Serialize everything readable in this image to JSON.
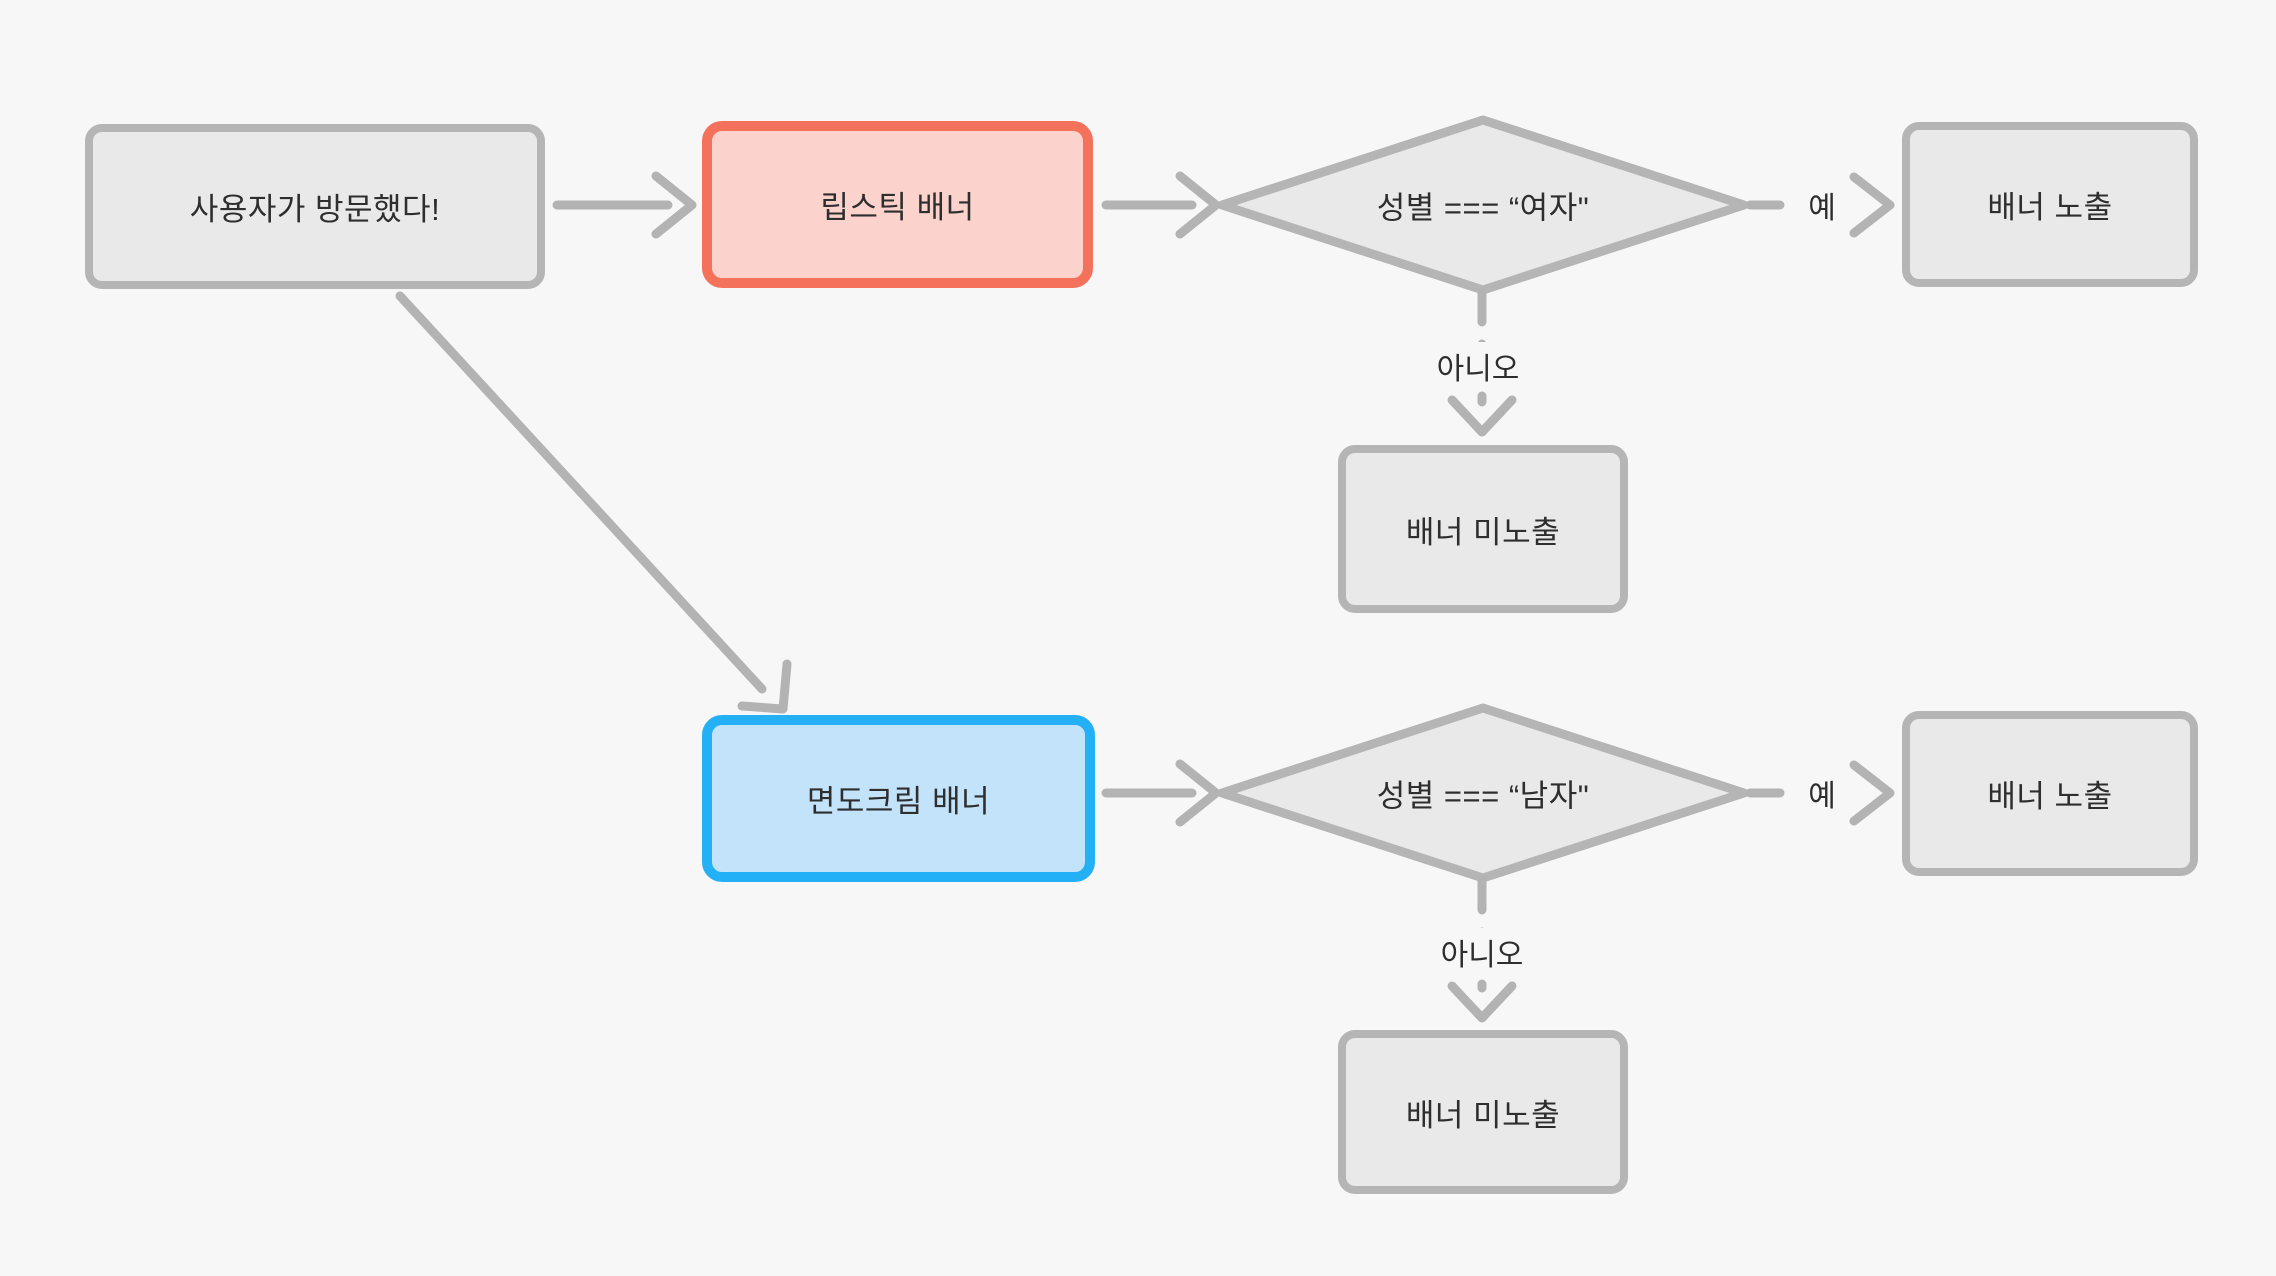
{
  "diagram": {
    "nodes": {
      "start": {
        "label": "사용자가 방문했다!"
      },
      "lipstick_banner": {
        "label": "립스틱 배너"
      },
      "condition_female": {
        "label": "성별 === “여자\""
      },
      "banner_shown_1": {
        "label": "배너 노출"
      },
      "banner_hidden_1": {
        "label": "배너 미노출"
      },
      "shaving_banner": {
        "label": "면도크림 배너"
      },
      "condition_male": {
        "label": "성별 === “남자\""
      },
      "banner_shown_2": {
        "label": "배너 노출"
      },
      "banner_hidden_2": {
        "label": "배너 미노출"
      }
    },
    "edges": {
      "yes_1": {
        "label": "예"
      },
      "no_1": {
        "label": "아니오"
      },
      "yes_2": {
        "label": "예"
      },
      "no_2": {
        "label": "아니오"
      }
    },
    "colors": {
      "background": "#f7f7f7",
      "node_fill": "#e9e9e9",
      "node_border": "#b5b5b5",
      "lipstick_fill": "#fbd3cc",
      "lipstick_border": "#f4715c",
      "shaving_fill": "#c3e3fb",
      "shaving_border": "#24b0f4",
      "connector": "#b3b3b3",
      "text": "#2e2e2e"
    }
  }
}
